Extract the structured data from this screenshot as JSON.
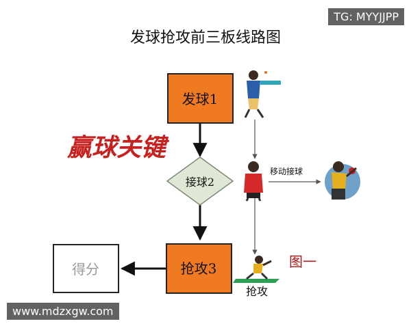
{
  "title": "发球抢攻前三板线路图",
  "nodes": {
    "serve": "发球1",
    "receive": "接球2",
    "attack": "抢攻3",
    "score": "得分"
  },
  "slogan": "赢球关键",
  "side_labels": {
    "move_receive": "移动接球",
    "attack": "抢攻",
    "figure": "图一"
  },
  "watermarks": {
    "top": "TG: MYYJJPP",
    "bottom": "www.mdzxgw.com"
  },
  "colors": {
    "box_fill": "#ef7a22",
    "diamond_fill": "#dfe8d4",
    "slogan": "#c6201f",
    "figure_label": "#b01818",
    "score_text": "#999999"
  },
  "icons": [
    "server-player-icon",
    "receiver-player-icon",
    "mover-player-icon",
    "attacker-player-icon"
  ]
}
